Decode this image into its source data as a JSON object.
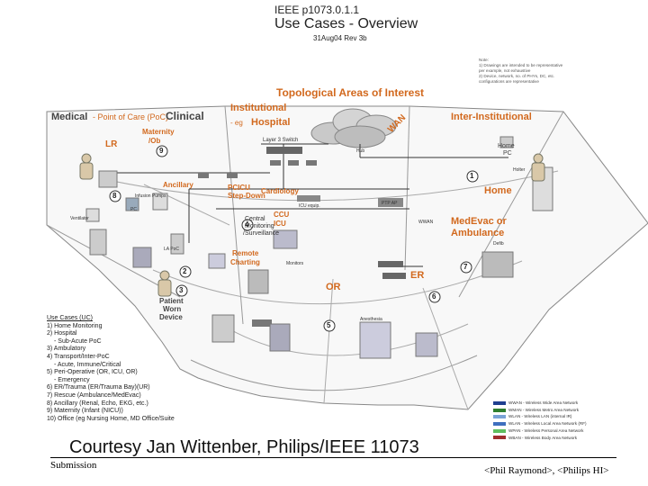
{
  "header": {
    "doc_id": "IEEE p1073.0.1.1",
    "title": "Use Cases - Overview",
    "date": "31Aug04 Rev 3b"
  },
  "notes": {
    "label": "Note:",
    "lines": [
      "1) Drawings are intended to be representative",
      "per example, not exhaustive",
      "2) Device, network, no. of PHYs, DC, etc.",
      "configurations are representative"
    ]
  },
  "topo_title": "Topological Areas of Interest",
  "zones": {
    "medical": "Medical",
    "poc": "- Point of Care (PoC)",
    "clinical": "Clinical",
    "institutional": "Institutional",
    "eg": "- eg",
    "hospital": "Hospital",
    "inter": "Inter-Institutional",
    "wan": "WAN",
    "home": "Home",
    "home_small": "Home",
    "home_pc": "PC",
    "medevac": "MedEvac or",
    "ambulance": "Ambulance",
    "er": "ER",
    "or": "OR",
    "lr": "LR",
    "maternity": "Maternity",
    "ob": "/Ob",
    "ancillary": "Ancillary",
    "picu": "PCICU",
    "stepdown": "Step-Down",
    "cardiology": "Cardiology",
    "ccu": "CCU",
    "icu": "ICU",
    "central": "Central",
    "monitoring": "Monitoring",
    "surveillance": "/Surveillance",
    "remote": "Remote",
    "charting": "Charting",
    "patient": "Patient",
    "worn": "Worn",
    "device": "Device",
    "switch": "Layer 3 Switch",
    "ventilator": "Ventilator",
    "anesthesia": "Anesthesia",
    "icu_equip": "ICU equip."
  },
  "device_labels": {
    "pc": "PC",
    "infusion": "Infusion Pumps",
    "la_poc": "LA PoC",
    "ptp_ap": "PTP AP",
    "hub": "Hub",
    "wan_label": "WWAN",
    "defib": "Defib",
    "holter": "Holter",
    "monitors": "Monitors"
  },
  "circle_numbers": [
    "1",
    "2",
    "3",
    "4",
    "5",
    "6",
    "7",
    "8",
    "9"
  ],
  "use_cases": [
    "Use Cases (UC)",
    "1) Home Monitoring",
    "2) Hospital",
    "   - Sub-Acute PoC",
    "3)    Ambulatory",
    "4) Transport/Inter-PoC",
    "   - Acute, Immune/Critical",
    "5) Peri-Operative (OR, ICU, OR)",
    "   - Emergency",
    "6) ER/Trauma (ER/Trauma Bay)(UR)",
    "7) Rescue (Ambulance/MedEvac)",
    "8) Ancillary (Renal, Echo, EKG, etc.)",
    "9) Maternity (Infant (NICU))",
    "10) Office (eg Nursing Home, MD Office/Suite"
  ],
  "legend": [
    {
      "label": "WWAN - Wireless Wide Area Network",
      "color": "#1f3f8f"
    },
    {
      "label": "WMAN - Wireless Metro Area Network",
      "color": "#2f7f2f"
    },
    {
      "label": "WLAN - Wireless LAN (internal IR)",
      "color": "#7aa3d6"
    },
    {
      "label": "WLAN - Wireless Local Area Network (RF)",
      "color": "#3f6fbf"
    },
    {
      "label": "WPAN - Wireless Personal Area Network",
      "color": "#5fbf5f"
    },
    {
      "label": "WBAN - Wireless Body Area Network",
      "color": "#9f2f2f"
    }
  ],
  "courtesy": "Courtesy Jan Wittenber, Philips/IEEE 11073",
  "footer": {
    "left": "Submission",
    "right": "<Phil Raymond>, <Philips HI>"
  }
}
